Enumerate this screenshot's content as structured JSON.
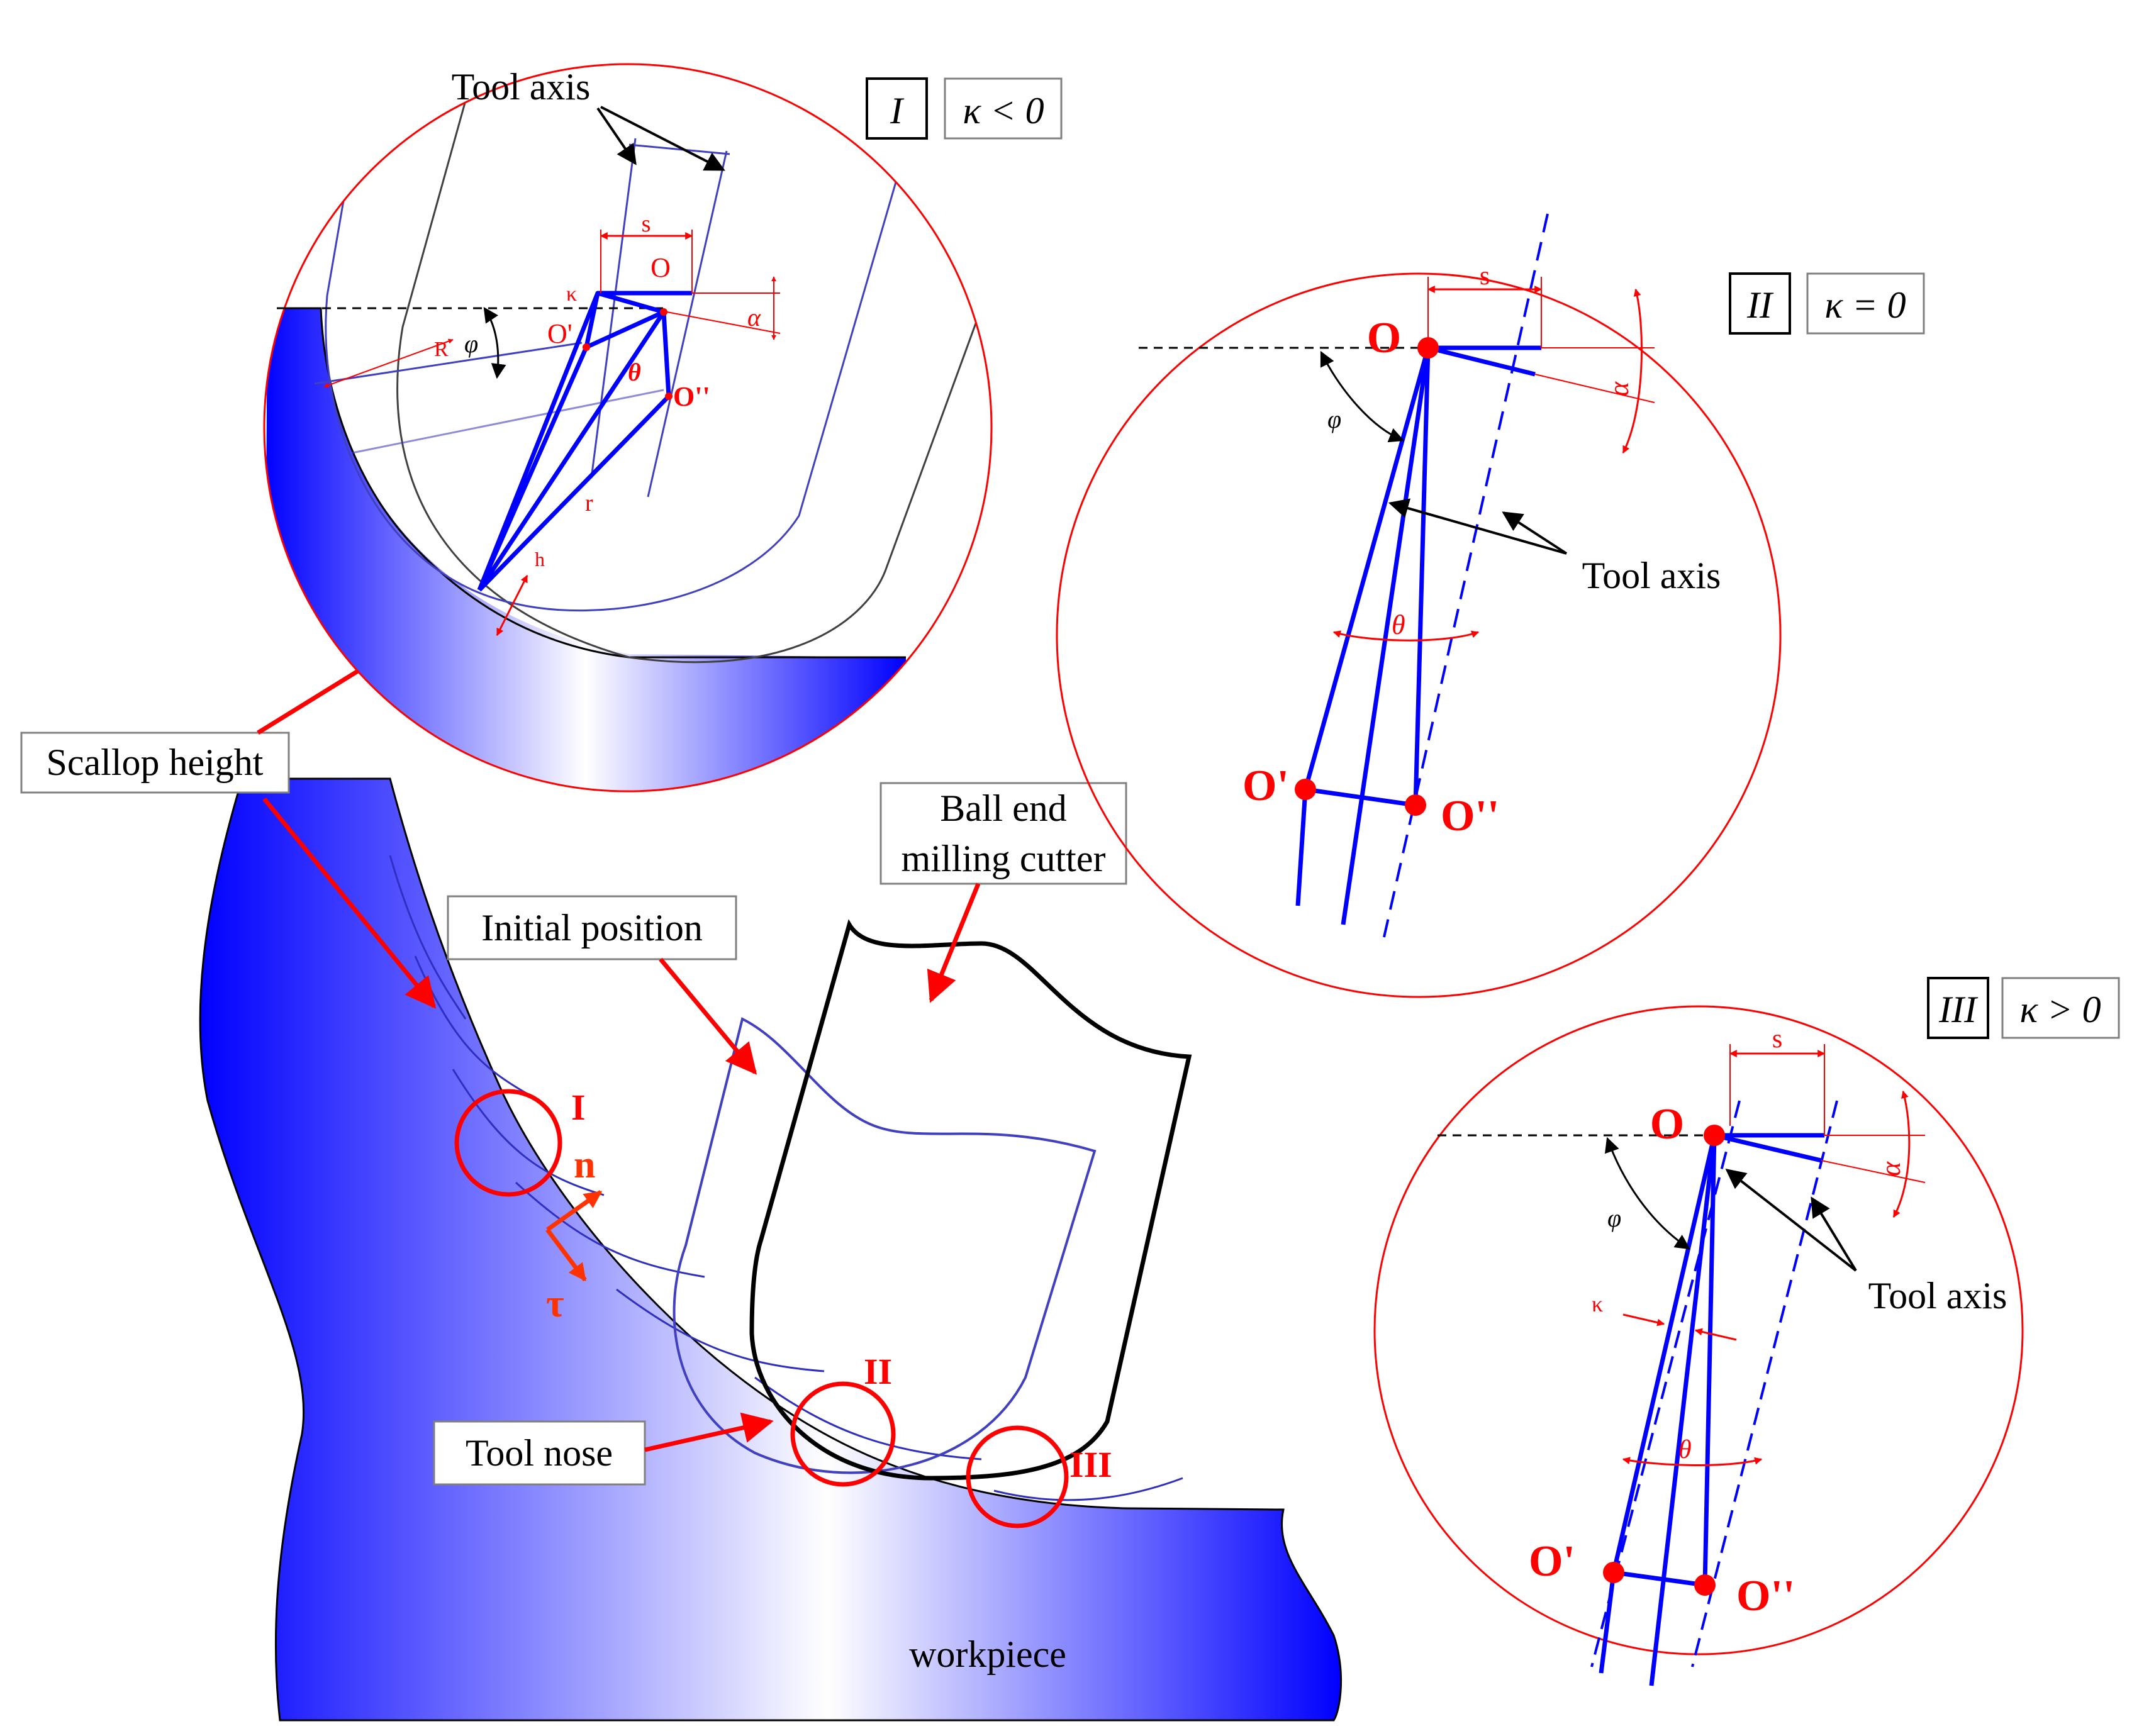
{
  "colors": {
    "workpiece_gradient": [
      "#0000ff",
      "#ffffff"
    ],
    "annotation_red": "#ff0000",
    "tool_blue": "#0000ff",
    "cutter_outline": "#000000",
    "initial_position_outline": "#4040c0",
    "vector_orange": "#ff3300"
  },
  "main": {
    "scallop_height_label": "Scallop height",
    "ball_end_label_line1": "Ball end",
    "ball_end_label_line2": "milling cutter",
    "initial_position_label": "Initial position",
    "tool_nose_label": "Tool nose",
    "workpiece_label": "workpiece",
    "n_label": "n",
    "tau_label": "τ",
    "marker_I": "I",
    "marker_II": "II",
    "marker_III": "III"
  },
  "detail_I": {
    "roman": "I",
    "condition": "κ < 0",
    "tool_axis_label": "Tool axis",
    "s_label": "s",
    "O_label": "O",
    "O1_label": "O'",
    "O2_label": "O''",
    "kappa_label": "κ",
    "alpha_label": "α",
    "theta_label": "θ",
    "phi_label": "φ",
    "R_label": "R",
    "r_label": "r",
    "h_label": "h"
  },
  "detail_II": {
    "roman": "II",
    "condition": "κ = 0",
    "tool_axis_label": "Tool axis",
    "s_label": "s",
    "O_label": "O",
    "O1_label": "O'",
    "O2_label": "O''",
    "alpha_label": "α",
    "theta_label": "θ",
    "phi_label": "φ"
  },
  "detail_III": {
    "roman": "III",
    "condition": "κ > 0",
    "tool_axis_label": "Tool axis",
    "s_label": "s",
    "O_label": "O",
    "O1_label": "O'",
    "O2_label": "O''",
    "kappa_label": "κ",
    "alpha_label": "α",
    "theta_label": "θ",
    "phi_label": "φ"
  }
}
